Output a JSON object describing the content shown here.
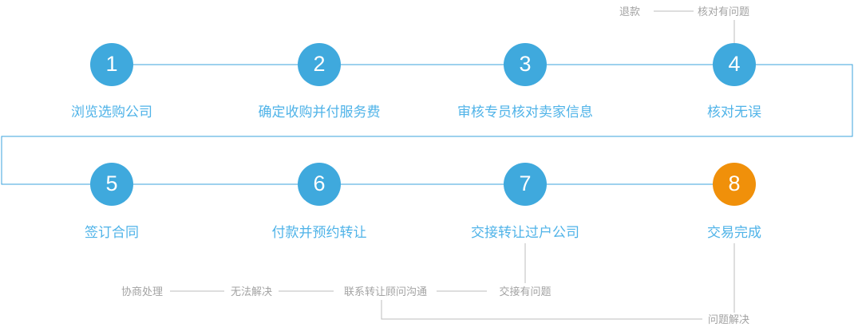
{
  "diagram": {
    "title_text": "",
    "colors": {
      "node_blue": "#3FA9DD",
      "node_orange": "#F0900A",
      "label_blue": "#4FB3E8",
      "connector_blue": "#3BA3DC",
      "branch_gray": "#A3A3A3",
      "background": "#FFFFFF"
    },
    "steps": [
      {
        "number": "1",
        "label": "浏览选购公司",
        "state": "active"
      },
      {
        "number": "2",
        "label": "确定收购并付服务费",
        "state": "active"
      },
      {
        "number": "3",
        "label": "审核专员核对卖家信息",
        "state": "active"
      },
      {
        "number": "4",
        "label": "核对无误",
        "state": "active"
      },
      {
        "number": "5",
        "label": "签订合同",
        "state": "active"
      },
      {
        "number": "6",
        "label": "付款并预约转让",
        "state": "active"
      },
      {
        "number": "7",
        "label": "交接转让过户公司",
        "state": "active"
      },
      {
        "number": "8",
        "label": "交易完成",
        "state": "complete"
      }
    ],
    "branches": {
      "top": [
        {
          "id": "refund",
          "label": "退款"
        },
        {
          "id": "check-problem",
          "label": "核对有问题"
        }
      ],
      "bottom": [
        {
          "id": "negotiate",
          "label": "协商处理"
        },
        {
          "id": "unresolved",
          "label": "无法解决"
        },
        {
          "id": "contact",
          "label": "联系转让顾问沟通"
        },
        {
          "id": "handover-problem",
          "label": "交接有问题"
        },
        {
          "id": "resolved",
          "label": "问题解决"
        }
      ]
    }
  }
}
